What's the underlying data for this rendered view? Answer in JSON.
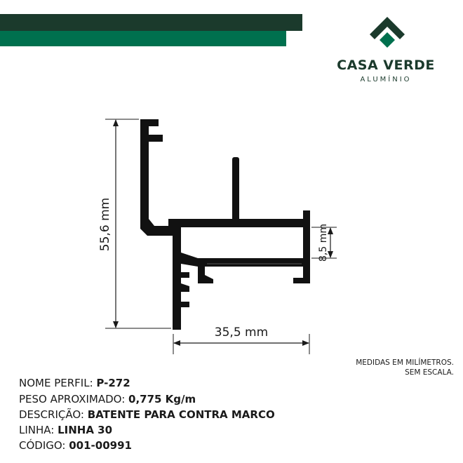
{
  "brand": {
    "name": "CASA VERDE",
    "subtitle": "ALUMÍNIO",
    "color_dark": "#1b3a2c",
    "color_green": "#00704e"
  },
  "drawing": {
    "height_label": "55,6 mm",
    "width_label": "35,5 mm",
    "small_label": "8,5 mm"
  },
  "notes": {
    "line1": "MEDIDAS EM MILÍMETROS.",
    "line2": "SEM ESCALA."
  },
  "specs": [
    {
      "label": "NOME PERFIL: ",
      "value": "P-272"
    },
    {
      "label": "PESO APROXIMADO: ",
      "value": "0,775 Kg/m"
    },
    {
      "label": "DESCRIÇÃO: ",
      "value": "BATENTE PARA CONTRA MARCO"
    },
    {
      "label": "LINHA: ",
      "value": "LINHA 30"
    },
    {
      "label": "CÓDIGO: ",
      "value": "001-00991"
    }
  ]
}
